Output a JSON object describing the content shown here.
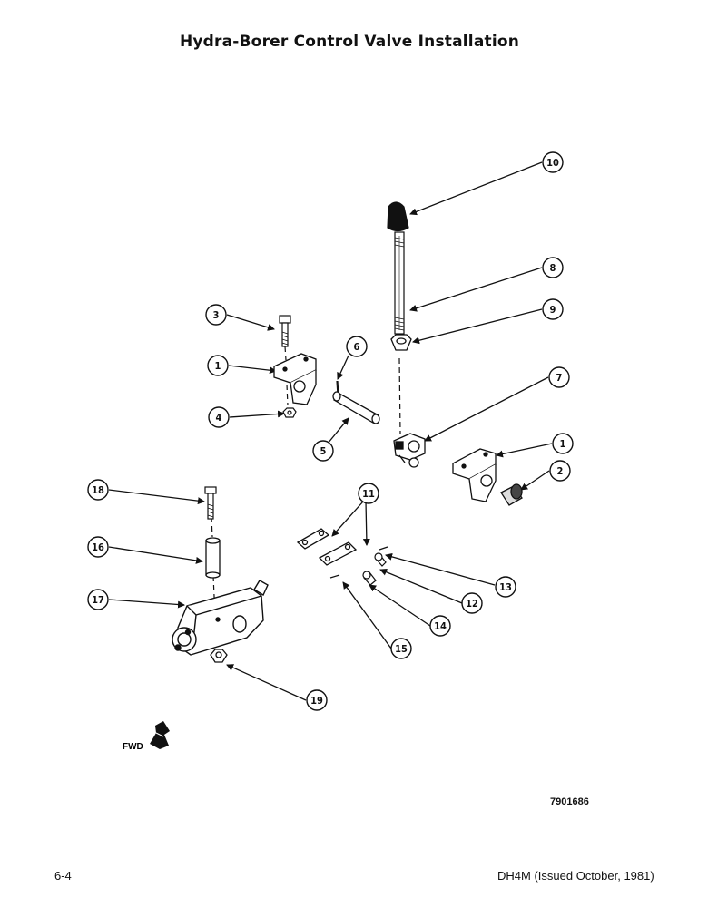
{
  "title": "Hydra-Borer Control Valve Installation",
  "callouts": {
    "c1a": "1",
    "c1b": "1",
    "c2": "2",
    "c3": "3",
    "c4": "4",
    "c5": "5",
    "c6": "6",
    "c7": "7",
    "c8": "8",
    "c9": "9",
    "c10": "10",
    "c11": "11",
    "c12": "12",
    "c13": "13",
    "c14": "14",
    "c15": "15",
    "c16": "16",
    "c17": "17",
    "c18": "18",
    "c19": "19"
  },
  "fwd_label": "FWD",
  "drawing_number": "7901686",
  "footer": {
    "page": "6-4",
    "doc": "DH4M (Issued October, 1981)"
  }
}
